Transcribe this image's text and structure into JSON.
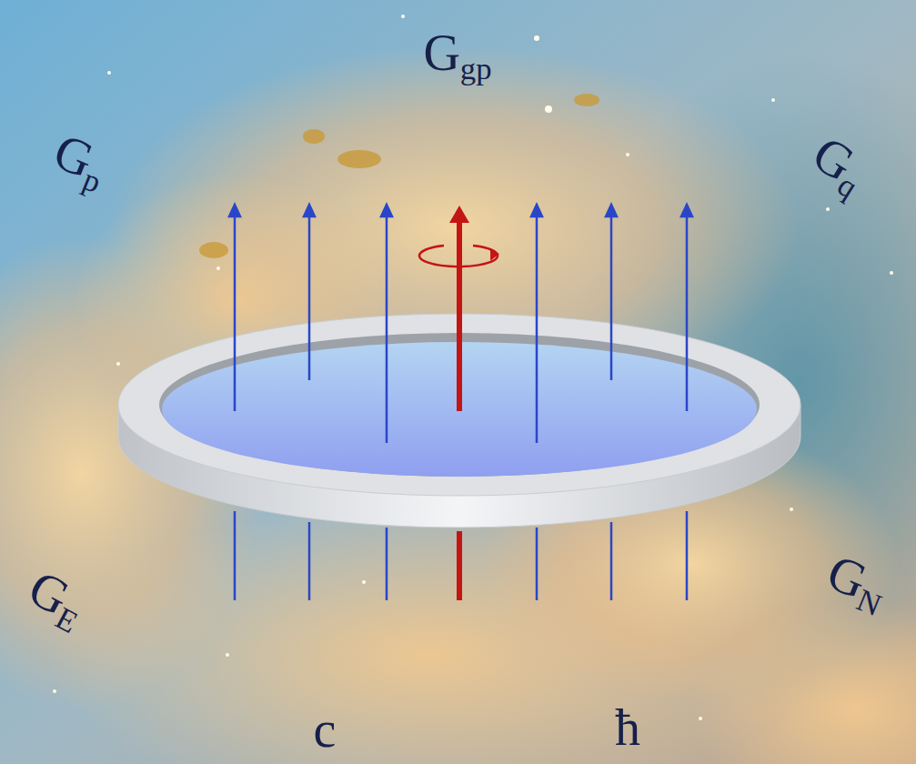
{
  "diagram": {
    "labels": [
      "Ggp",
      "Gp",
      "Gq",
      "GE",
      "GN",
      "c",
      "ħ"
    ]
  }
}
